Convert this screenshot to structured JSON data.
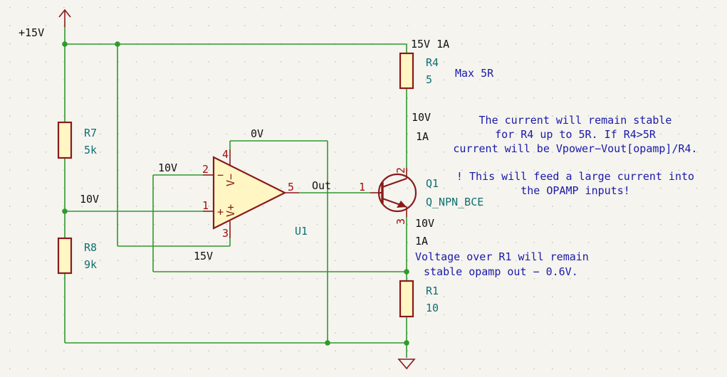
{
  "colors": {
    "background": "#f5f4ef",
    "wire": "#2e9a2e",
    "component": "#8a1a1a",
    "component_fill": "#fff6c4",
    "net_label": "#111111",
    "ref_text": "#0e7070",
    "note_text": "#1a1aa8",
    "pin_number": "#a01010"
  },
  "power": {
    "supply_label": "+15V"
  },
  "components": {
    "r4": {
      "ref": "R4",
      "value": "5",
      "note": "Max 5R"
    },
    "r7": {
      "ref": "R7",
      "value": "5k"
    },
    "r8": {
      "ref": "R8",
      "value": "9k"
    },
    "r1": {
      "ref": "R1",
      "value": "10"
    },
    "q1": {
      "ref": "Q1",
      "value": "Q_NPN_BCE",
      "pin_base": "1",
      "pin_collector": "2",
      "pin_emitter": "3"
    },
    "u1": {
      "ref": "U1",
      "pin_inv": "2",
      "pin_noninv": "1",
      "pin_out": "5",
      "pin_vpos": "3",
      "pin_vneg": "4",
      "label_inv": "−",
      "label_noninv": "+",
      "label_vpos": "V+",
      "label_vneg": "V−"
    }
  },
  "net_labels": {
    "top_right": "15V 1A",
    "collector_voltage": "10V",
    "collector_current": "1A",
    "emitter_voltage": "10V",
    "emitter_current": "1A",
    "divider": "10V",
    "inv_input": "10V",
    "vneg": "0V",
    "vpos": "15V",
    "opamp_out": "Out"
  },
  "notes": {
    "current_note": [
      "The current will remain stable",
      "for R4 up to 5R. If R4>5R",
      "current will be Vpower−Vout[opamp]/R4."
    ],
    "warning_note": [
      "! This will feed a large current into",
      "the OPAMP inputs!"
    ],
    "voltage_note": [
      "Voltage over R1 will remain",
      "stable opamp out − 0.6V."
    ]
  }
}
